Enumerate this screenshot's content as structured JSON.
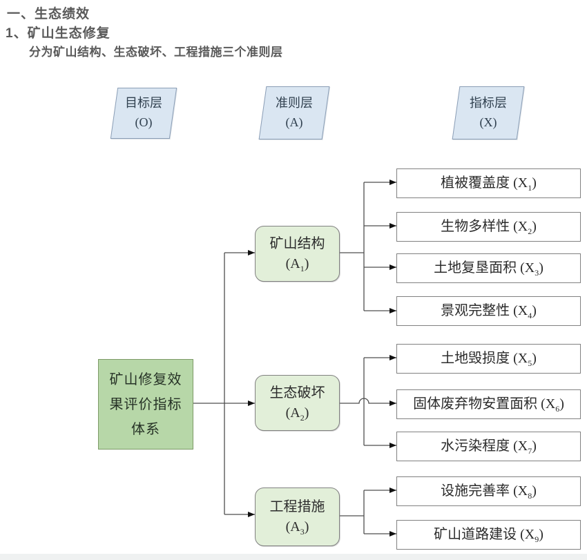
{
  "headings": {
    "h1": "一、生态绩效",
    "h2": "1、矿山生态修复",
    "h3": "分为矿山结构、生态破坏、工程措施三个准则层"
  },
  "layer_headers": [
    {
      "title": "目标层",
      "code": "(O)"
    },
    {
      "title": "准则层",
      "code": "(A)"
    },
    {
      "title": "指标层",
      "code": "(X)"
    }
  ],
  "goal_box": {
    "lines": [
      "矿山修复效",
      "果评价指标",
      "体系"
    ]
  },
  "criteria_boxes": [
    {
      "name": "矿山结构",
      "code_pre": "(A",
      "code_sub": "1",
      "code_post": ")"
    },
    {
      "name": "生态破坏",
      "code_pre": "(A",
      "code_sub": "2",
      "code_post": ")"
    },
    {
      "name": "工程措施",
      "code_pre": "(A",
      "code_sub": "3",
      "code_post": ")"
    }
  ],
  "indicator_boxes": [
    {
      "pre": "植被覆盖度 (X",
      "sub": "1",
      "post": ")"
    },
    {
      "pre": "生物多样性 (X",
      "sub": "2",
      "post": ")"
    },
    {
      "pre": "土地复垦面积 (X",
      "sub": "3",
      "post": ")"
    },
    {
      "pre": "景观完整性 (X",
      "sub": "4",
      "post": ")"
    },
    {
      "pre": "土地毁损度 (X",
      "sub": "5",
      "post": ")"
    },
    {
      "pre": "固体废弃物安置面积 (X",
      "sub": "6",
      "post": ")"
    },
    {
      "pre": "水污染程度 (X",
      "sub": "7",
      "post": ")"
    },
    {
      "pre": "设施完善率 (X",
      "sub": "8",
      "post": ")"
    },
    {
      "pre": "矿山道路建设 (X",
      "sub": "9",
      "post": ")"
    }
  ],
  "colors": {
    "heading_text": "#595959",
    "layer_header_fill": "#dae6f2",
    "layer_header_border": "#8a9db5",
    "goal_fill": "#b7d7a8",
    "goal_border": "#7c9a66",
    "criteria_fill": "#e2efd9",
    "criteria_border": "#808080",
    "indicator_fill": "#ffffff",
    "indicator_border": "#808080",
    "connector_line": "#4d4d4d",
    "arrowhead": "#111111"
  }
}
